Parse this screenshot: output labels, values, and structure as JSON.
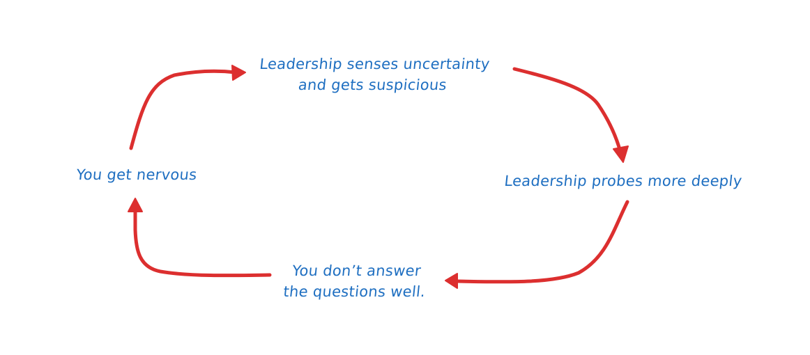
{
  "diagram": {
    "nodes": {
      "top": {
        "line1": "Leadership senses uncertainty",
        "line2": "and gets suspicious"
      },
      "right": {
        "line1": "Leadership probes more deeply"
      },
      "bottom": {
        "line1": "You don’t answer",
        "line2": "the questions well."
      },
      "left": {
        "line1": "You get nervous"
      }
    },
    "edges": [
      {
        "from": "left",
        "to": "top"
      },
      {
        "from": "top",
        "to": "right"
      },
      {
        "from": "right",
        "to": "bottom"
      },
      {
        "from": "bottom",
        "to": "left"
      }
    ],
    "colors": {
      "text": "#1f6fc1",
      "arrow": "#dc2f2f",
      "background": "#ffffff"
    }
  }
}
